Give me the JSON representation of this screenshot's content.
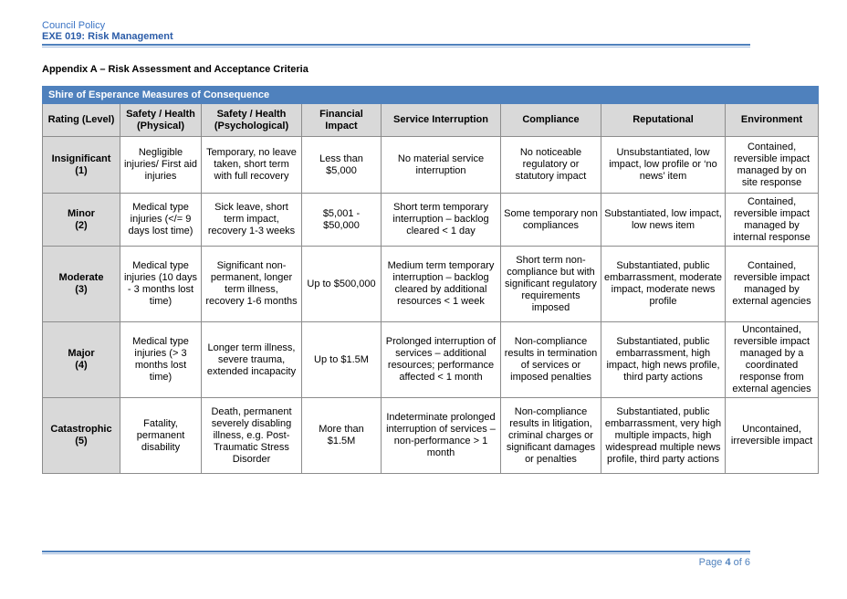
{
  "header": {
    "line1": "Council Policy",
    "line2": "EXE 019: Risk Management"
  },
  "appendix_title": "Appendix A – Risk Assessment and Acceptance Criteria",
  "table": {
    "banner": "Shire of Esperance Measures of Consequence",
    "columns": [
      "Rating (Level)",
      "Safety / Health (Physical)",
      "Safety / Health (Psychological)",
      "Financial Impact",
      "Service Interruption",
      "Compliance",
      "Reputational",
      "Environment"
    ],
    "rows": [
      {
        "rating": "Insignificant",
        "level": "(1)",
        "cells": [
          "Negligible injuries/ First aid injuries",
          "Temporary, no leave taken, short term with full recovery",
          "Less than $5,000",
          "No material service interruption",
          "No noticeable regulatory or statutory impact",
          "Unsubstantiated, low impact, low profile or ‘no news’ item",
          "Contained, reversible impact managed by on site response"
        ]
      },
      {
        "rating": "Minor",
        "level": "(2)",
        "cells": [
          "Medical type injuries (</= 9 days lost time)",
          "Sick leave, short term impact, recovery 1-3 weeks",
          "$5,001 - $50,000",
          "Short term temporary interruption – backlog cleared < 1 day",
          "Some temporary non compliances",
          "Substantiated, low impact, low news item",
          "Contained, reversible impact managed by internal response"
        ]
      },
      {
        "rating": "Moderate",
        "level": "(3)",
        "cells": [
          "Medical type injuries (10 days - 3 months lost time)",
          "Significant non-permanent, longer term illness, recovery 1-6 months",
          "Up to $500,000",
          "Medium term temporary interruption – backlog cleared by additional resources < 1 week",
          "Short term non-compliance but with significant regulatory requirements imposed",
          "Substantiated, public embarrassment, moderate impact, moderate news profile",
          "Contained, reversible impact managed by external agencies"
        ]
      },
      {
        "rating": "Major",
        "level": "(4)",
        "cells": [
          "Medical type injuries (> 3 months lost time)",
          "Longer term illness, severe trauma, extended incapacity",
          "Up to $1.5M",
          "Prolonged interruption of services – additional resources; performance affected < 1 month",
          "Non-compliance results in termination of services or imposed penalties",
          "Substantiated, public embarrassment, high impact, high news profile, third party actions",
          "Uncontained, reversible impact managed by a coordinated response from external agencies"
        ]
      },
      {
        "rating": "Catastrophic",
        "level": "(5)",
        "cells": [
          "Fatality, permanent disability",
          "Death, permanent severely disabling illness, e.g. Post-Traumatic Stress Disorder",
          "More than $1.5M",
          "Indeterminate prolonged interruption of services – non-performance > 1 month",
          "Non-compliance results in litigation, criminal charges or significant damages or penalties",
          "Substantiated, public embarrassment, very high multiple impacts, high widespread multiple news profile, third party actions",
          "Uncontained, irreversible impact"
        ]
      }
    ]
  },
  "footer": {
    "page_label": "Page",
    "page_current": "4",
    "page_of": "of",
    "page_total": "6"
  }
}
